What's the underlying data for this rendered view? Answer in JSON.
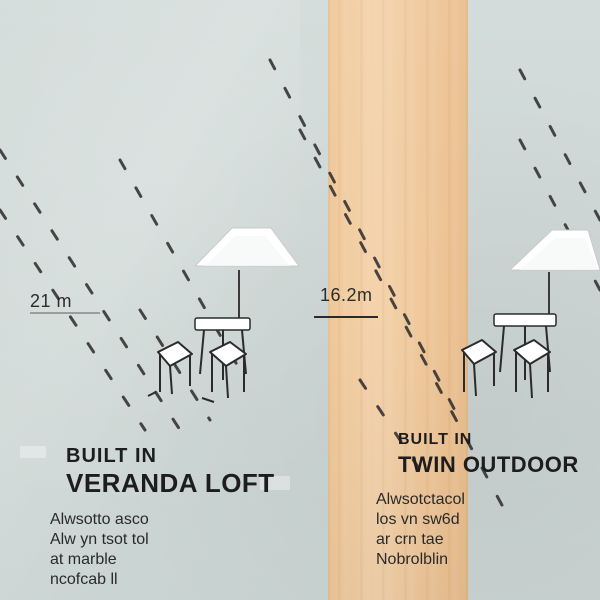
{
  "scene": {
    "background_color": "#cfd8d6",
    "wood_panel_color": "#f0c899",
    "umbrella_color": "#ffffff",
    "line_color": "#2b2b2b"
  },
  "left": {
    "dimension_label": "21 m",
    "title_lines": [
      "BUILT IN",
      "VERANDA LOFT"
    ],
    "body_lines": [
      "Alwsotto asco",
      "Alw yn tsot tol",
      "at marble",
      "ncofcab ll"
    ]
  },
  "right": {
    "dimension_label": "16.2m",
    "title_lines": [
      "BUILT IN",
      "TWIN OUTDOOR"
    ],
    "body_lines": [
      "Alwsotctacol",
      "los vn sw6d",
      "ar crn tae",
      "Nobrolblin"
    ]
  },
  "icons": {
    "left_umbrella": "patio-umbrella-icon",
    "right_umbrella": "patio-umbrella-icon",
    "left_table": "patio-table-icon",
    "right_table": "patio-table-icon",
    "left_chairs": "chair-icon",
    "right_chairs": "chair-icon"
  }
}
